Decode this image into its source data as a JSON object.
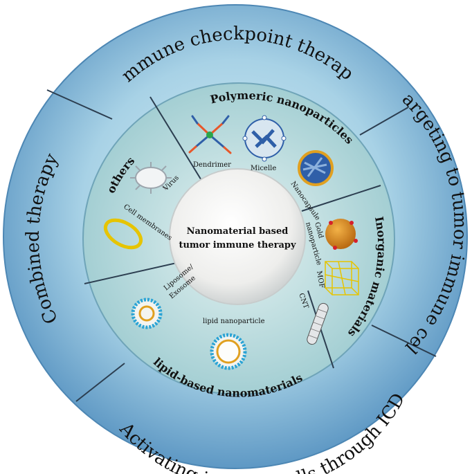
{
  "center": {
    "line1": "Nanomaterial based",
    "line2": "tumor immune therapy"
  },
  "outer_ring": {
    "top": "Immune checkpoint therapy",
    "right": "Targeting to tumor immune cells",
    "bottom": "Activating immune cells through ICD",
    "left": "Combined therapy"
  },
  "middle_ring": {
    "polymeric": {
      "title": "Polymeric nanoparticles",
      "items": [
        "Dendrimer",
        "Micelle",
        "Nanocapsule"
      ]
    },
    "inorganic": {
      "title": "Inorganic materials",
      "gold_line1": "Gold",
      "gold_line2": "nanoparticle",
      "mof": "MOF",
      "cnt": "CNT"
    },
    "lipid": {
      "title": "lipid-based nanomaterials",
      "liposome_line1": "Liposome/",
      "liposome_line2": "Exosome",
      "lnp": "lipid nanoparticle"
    },
    "others": {
      "title": "others",
      "virus": "Virus",
      "cell_membranes": "Cell membranes"
    }
  },
  "colors": {
    "outer_ring": "#8fc3de",
    "middle_ring": "#b9dcdc",
    "center": "#f4f4f2",
    "gold": "#e0a020",
    "blue_particle": "#2f5fa8"
  }
}
